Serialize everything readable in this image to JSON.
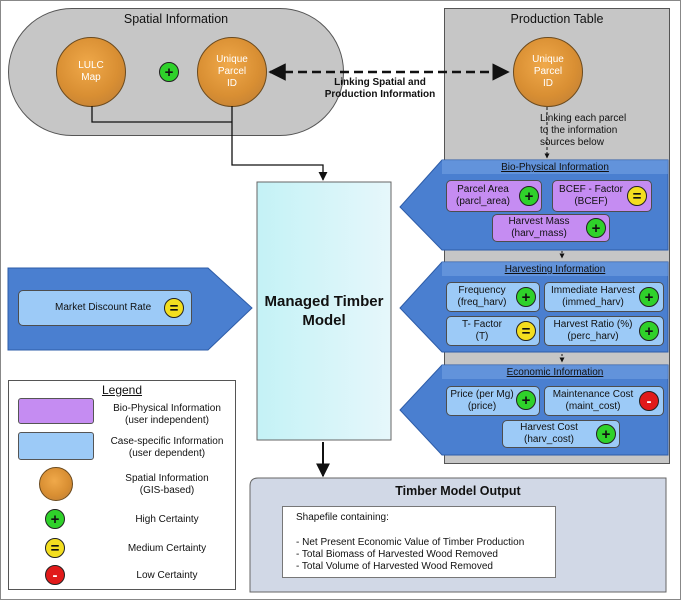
{
  "spatial": {
    "title": "Spatial Information",
    "lulc_label": "LULC\nMap",
    "parcel_label": "Unique\nParcel\nID"
  },
  "production": {
    "title": "Production Table",
    "parcel_label": "Unique\nParcel\nID",
    "linking_note": "Linking each parcel\nto the information\nsources below"
  },
  "link_label": "Linking Spatial and\nProduction Information",
  "biophysical": {
    "title": "Bio-Physical Information",
    "items": [
      {
        "label": "Parcel Area\n(parcl_area)",
        "certainty": "high"
      },
      {
        "label": "BCEF - Factor\n(BCEF)",
        "certainty": "medium"
      },
      {
        "label": "Harvest Mass\n(harv_mass)",
        "certainty": "high"
      }
    ]
  },
  "harvesting": {
    "title": "Harvesting Information",
    "items": [
      {
        "label": "Frequency\n(freq_harv)",
        "certainty": "high"
      },
      {
        "label": "Immediate Harvest\n(immed_harv)",
        "certainty": "high"
      },
      {
        "label": "T- Factor\n(T)",
        "certainty": "medium"
      },
      {
        "label": "Harvest Ratio (%)\n(perc_harv)",
        "certainty": "high"
      }
    ]
  },
  "economic": {
    "title": "Economic Information",
    "items": [
      {
        "label": "Price (per Mg)\n(price)",
        "certainty": "high"
      },
      {
        "label": "Maintenance Cost\n(maint_cost)",
        "certainty": "low"
      },
      {
        "label": "Harvest Cost\n(harv_cost)",
        "certainty": "high"
      }
    ]
  },
  "discount": {
    "label": "Market Discount Rate",
    "certainty": "medium"
  },
  "model": {
    "title": "Managed Timber\nModel"
  },
  "legend": {
    "title": "Legend",
    "items": [
      {
        "label": "Bio-Physical Information\n(user independent)"
      },
      {
        "label": "Case-specific Information\n(user dependent)"
      },
      {
        "label": "Spatial Information\n(GIS-based)"
      },
      {
        "label": "High Certainty"
      },
      {
        "label": "Medium Certainty"
      },
      {
        "label": "Low Certainty"
      }
    ]
  },
  "output": {
    "title": "Timber Model Output",
    "intro": "Shapefile containing:",
    "lines": [
      "- Net Present Economic Value of Timber Production",
      "- Total Biomass of Harvested Wood Removed",
      "- Total Volume of Harvested Wood Removed"
    ]
  },
  "symbols": {
    "high": "+",
    "medium": "=",
    "low": "-"
  },
  "colors": {
    "biophysical": "#c58cf2",
    "case_specific": "#9ccaf7",
    "spatial": "#d98f33",
    "high": "#2fd12a",
    "medium": "#f3de1f",
    "low": "#e11a1a",
    "arrow_blue": "#4a7fd0",
    "panel_gray": "#c6c6c6"
  }
}
